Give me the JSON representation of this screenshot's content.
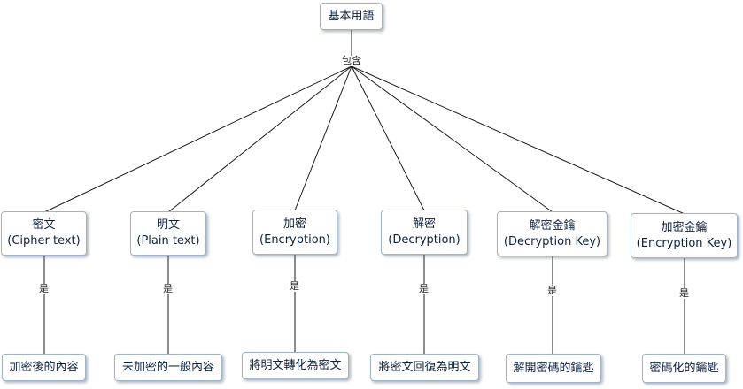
{
  "root": {
    "label": "基本用語"
  },
  "root_link": "包含",
  "concepts": [
    {
      "title": "密文",
      "subtitle": "(Cipher text)",
      "link": "是",
      "definition": "加密後的內容"
    },
    {
      "title": "明文",
      "subtitle": "(Plain text)",
      "link": "是",
      "definition": "未加密的一般內容"
    },
    {
      "title": "加密",
      "subtitle": "(Encryption)",
      "link": "是",
      "definition": "將明文轉化為密文"
    },
    {
      "title": "解密",
      "subtitle": "(Decryption)",
      "link": "是",
      "definition": "將密文回復為明文"
    },
    {
      "title": "解密金鑰",
      "subtitle": "(Decryption Key)",
      "link": "是",
      "definition": "解開密碼的鑰匙"
    },
    {
      "title": "加密金鑰",
      "subtitle": "(Encryption Key)",
      "link": "是",
      "definition": "密碼化的鑰匙"
    }
  ],
  "colors": {
    "line": "#1a1a1a",
    "border": "#9fb4c8",
    "text": "#0b2140"
  }
}
